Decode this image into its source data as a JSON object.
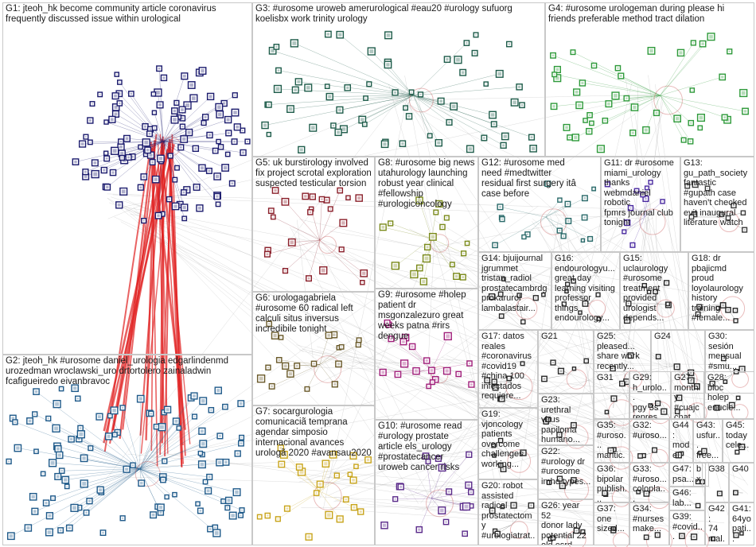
{
  "groups": [
    {
      "id": "G1",
      "label": "G1: jteoh_hk become community article coronavirus\nfrequently discussed issue within urological",
      "color": "#1c1c6e"
    },
    {
      "id": "G2",
      "label": "G2: jteoh_hk #urosome daniel_urologia edgarlindenmd\nurozedman wroclawski_uro drtortolero zainaladwin\nfcafigueiredo eivanbravoc",
      "color": "#1f5a8a"
    },
    {
      "id": "G3",
      "label": "G3: #urosome uroweb amerurological #eau20 #urology sufuorg\nkoelisbx work trinity urology",
      "color": "#1e5c4a"
    },
    {
      "id": "G4",
      "label": "G4: #urosome urologeman during please hi\nfriends preferable method tract dilation",
      "color": "#2e9a3a"
    },
    {
      "id": "G5",
      "label": "G5: uk burstirology involved\nfix project scrotal exploration\nsuspected testicular torsion",
      "color": "#8a1f2a"
    },
    {
      "id": "G6",
      "label": "G6: urologagabriela\n#urosome 60 radical left\ncalculi situs inversus\nincredibile tonight",
      "color": "#6a5a2a"
    },
    {
      "id": "G7",
      "label": "G7: socargurologia\ncomunicaciã temprana\nagendar simposio\ninternacional avances\nurologã 2020 #avansau2020",
      "color": "#c8a41a"
    },
    {
      "id": "G8",
      "label": "G8: #urosome big news\nutahurology launching\nrobust year clinical\n#fellowship\n#urologiconcology",
      "color": "#7a8a1a"
    },
    {
      "id": "G9",
      "label": "G9: #urosome #holep\npatient dr\nmsgonzalezuro great\nweeks patna #rirs\ndengue",
      "color": "#a01e7a"
    },
    {
      "id": "G10",
      "label": "G10: #urosome read\n#urology prostate\narticle els_urology\n#prostatecancer\nuroweb cancer risks",
      "color": "#5a2a8a"
    },
    {
      "id": "G11",
      "label": "G11: dr #urosome\nmiami_urology thanks\nwebmdaniel robotic\nfpmrs journal club\ntonight",
      "color": "#4a2aa0"
    },
    {
      "id": "G12",
      "label": "G12: #urosome med\nneed #medtwitter\nresidual first surgery itâ\ncase before",
      "color": "#2a6a6a"
    },
    {
      "id": "G13",
      "label": "G13:\ngu_path_society\nfantastic\n#gupath case\nhaven’t checked\nevit inaugural\nliterature watch",
      "color": "#3a3a3a"
    },
    {
      "id": "G14",
      "label": "G14: bjuijournal\njgrummet\ntristan_radiol\nprostatecambrdg\nprokarurol\nlambalastair...",
      "color": "#2a2a2a"
    },
    {
      "id": "G15",
      "label": "G15:\nuclaurology\n#urosome\ntreatment\nprovided\nurologist\ndepends...",
      "color": "#2a2a2a"
    },
    {
      "id": "G16",
      "label": "G16:\nendourologyu...\ngreat day\nlearning visiting\nprofessor\nthings\nendourology...",
      "color": "#2a2a2a"
    },
    {
      "id": "G17",
      "label": "G17: datos\nreales\n#coronavirus\n#covid19\n#china 100\ninfectados\nrequiere...",
      "color": "#2a2a2a"
    },
    {
      "id": "G18",
      "label": "G18: dr\npbajicmd\nproud\nloyolaurology\nhistory\ntraining\n#female...",
      "color": "#2a2a2a"
    },
    {
      "id": "G19",
      "label": "G19:\nvjoncology\npatients\novercome\nchallenges\nworking...",
      "color": "#2a2a2a"
    },
    {
      "id": "G20",
      "label": "G20: robot\nassisted\nradical\nprostatectomy\n#urologiatrat...",
      "color": "#2a2a2a"
    },
    {
      "id": "G21",
      "label": "G21",
      "color": "#2a2a2a"
    },
    {
      "id": "G22",
      "label": "G22:\n#urology dr\n#urosome\nimho types...",
      "color": "#2a2a2a"
    },
    {
      "id": "G23",
      "label": "G23:\nurethral virus\npapiloma\nhumano...",
      "color": "#2a2a2a"
    },
    {
      "id": "G24",
      "label": "G24",
      "color": "#2a2a2a"
    },
    {
      "id": "G25",
      "label": "G25:\npleased...\nshare work\nrecently...",
      "color": "#2a2a2a"
    },
    {
      "id": "G26",
      "label": "G26: year 52\ndonor lady\npotential 22\nold esrd...",
      "color": "#2a2a2a"
    },
    {
      "id": "G27",
      "label": "G27:\nmonthly\n#cuajc\nchat...",
      "color": "#2a2a2a"
    },
    {
      "id": "G28",
      "label": "G28:\nbloc\nholep\nenucle...",
      "color": "#2a2a2a"
    },
    {
      "id": "G29",
      "label": "G29:\nh_urolo...\npgy 3s\nrepres...",
      "color": "#2a2a2a"
    },
    {
      "id": "G30",
      "label": "G30:\nsesión\nmensual\n#smu...",
      "color": "#2a2a2a"
    },
    {
      "id": "G31",
      "label": "G31",
      "color": "#2a2a2a"
    },
    {
      "id": "G32",
      "label": "G32:\n#uroso...",
      "color": "#2a2a2a"
    },
    {
      "id": "G33",
      "label": "G33:\n#uroso...\ncolopla...",
      "color": "#2a2a2a"
    },
    {
      "id": "G34",
      "label": "G34:\n#nurses\nmake...",
      "color": "#2a2a2a"
    },
    {
      "id": "G35",
      "label": "G35:\n#uroso...\nmantic...",
      "color": "#2a2a2a"
    },
    {
      "id": "G36",
      "label": "G36:\nbipolar\npublish...",
      "color": "#2a2a2a"
    },
    {
      "id": "G37",
      "label": "G37:\none\nsized...",
      "color": "#2a2a2a"
    },
    {
      "id": "G38",
      "label": "G38",
      "color": "#2a2a2a"
    },
    {
      "id": "G39",
      "label": "G39:\n#covid...",
      "color": "#2a2a2a"
    },
    {
      "id": "G40",
      "label": "G40",
      "color": "#2a2a2a"
    },
    {
      "id": "G41",
      "label": "G41:\n64yo\npati...",
      "color": "#2a2a2a"
    },
    {
      "id": "G42",
      "label": "G42:\n74\nmal...",
      "color": "#2a2a2a"
    },
    {
      "id": "G43",
      "label": "G43:\nusfur...\nfree...",
      "color": "#2a2a2a"
    },
    {
      "id": "G44",
      "label": "G44:\nmodel\neasy...",
      "color": "#2a2a2a"
    },
    {
      "id": "G45",
      "label": "G45:\ntoday\ncele...",
      "color": "#2a2a2a"
    },
    {
      "id": "G46",
      "label": "G46:\nlab...",
      "color": "#2a2a2a"
    },
    {
      "id": "G47",
      "label": "G47:\npsa...",
      "color": "#2a2a2a"
    },
    {
      "id": "G48",
      "label": "bx",
      "color": "#2a2a2a"
    }
  ],
  "edge_colors": {
    "internal": "#9a9a9a",
    "highlight": "#e02020"
  }
}
